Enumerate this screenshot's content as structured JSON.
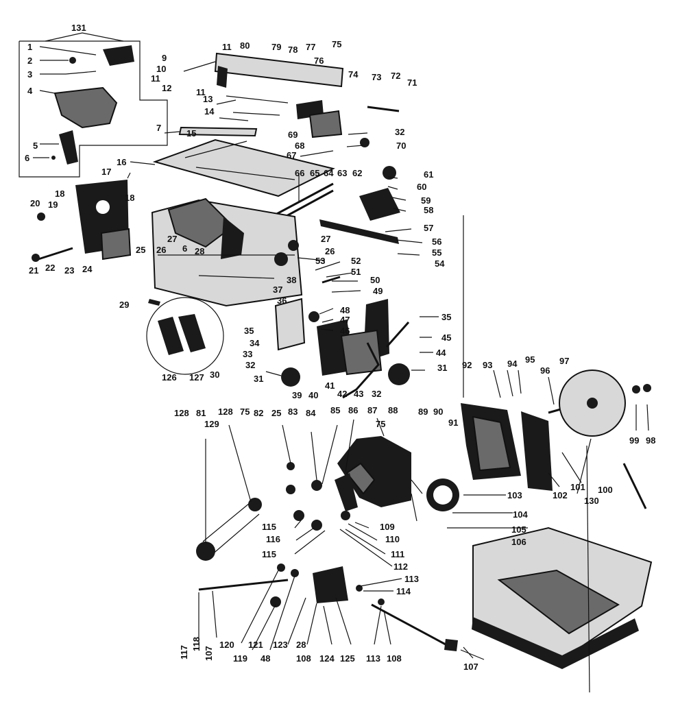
{
  "labels": [
    "131",
    "1",
    "2",
    "3",
    "4",
    "5",
    "6",
    "7",
    "9",
    "10",
    "11",
    "12",
    "11",
    "80",
    "79",
    "78",
    "77",
    "76",
    "75",
    "13",
    "14",
    "15",
    "74",
    "73",
    "72",
    "71",
    "32",
    "69",
    "68",
    "67",
    "70",
    "16",
    "17",
    "18",
    "18",
    "20",
    "19",
    "21",
    "22",
    "23",
    "24",
    "66",
    "65",
    "64",
    "63",
    "62",
    "61",
    "60",
    "59",
    "58",
    "57",
    "56",
    "55",
    "54",
    "27",
    "6",
    "28",
    "25",
    "26",
    "27",
    "26",
    "53",
    "52",
    "51",
    "50",
    "49",
    "48",
    "47",
    "46",
    "29",
    "38",
    "37",
    "36",
    "35",
    "34",
    "33",
    "32",
    "31",
    "39",
    "40",
    "41",
    "42",
    "43",
    "32",
    "31",
    "35",
    "45",
    "44",
    "126",
    "127",
    "30",
    "92",
    "93",
    "94",
    "95",
    "96",
    "97",
    "99",
    "98",
    "128",
    "81",
    "128",
    "75",
    "82",
    "25",
    "83",
    "84",
    "85",
    "86",
    "87",
    "75",
    "88",
    "89",
    "90",
    "91",
    "129",
    "103",
    "102",
    "101",
    "100",
    "130",
    "104",
    "105",
    "115",
    "116",
    "115",
    "109",
    "110",
    "111",
    "112",
    "106",
    "113",
    "114",
    "117",
    "118",
    "107",
    "120",
    "119",
    "121",
    "48",
    "123",
    "28",
    "108",
    "124",
    "125",
    "113",
    "108",
    "107"
  ]
}
